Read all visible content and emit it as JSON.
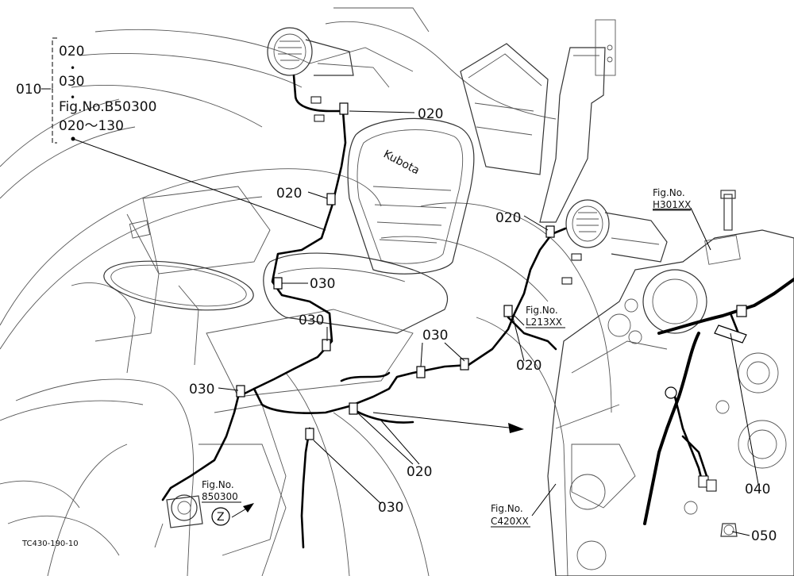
{
  "group_label": "010",
  "bracket_items": {
    "item1": "020",
    "dot1": "•",
    "item2": "030",
    "dot2": "•",
    "ref": "Fig.No.B50300",
    "range": "020～130"
  },
  "callouts": {
    "c020_top": "020",
    "c020_seat": "020",
    "c020_right_lamp": "020",
    "c020_right": "020",
    "c020_bottom": "020",
    "c030_1": "030",
    "c030_2": "030",
    "c030_3": "030",
    "c030_4": "030",
    "c030_5": "030",
    "c040": "040",
    "c050": "050"
  },
  "figrefs": {
    "h301_label": "Fig.No.",
    "h301_value": "H301XX",
    "l213_label": "Fig.No.",
    "l213_value": "L213XX",
    "c420_label": "Fig.No.",
    "c420_value": "C420XX",
    "b850_label": "Fig.No.",
    "b850_value": "850300"
  },
  "view_marker": "Z",
  "seat_brand": "Kubota",
  "drawing_code": "TC430-190-10"
}
